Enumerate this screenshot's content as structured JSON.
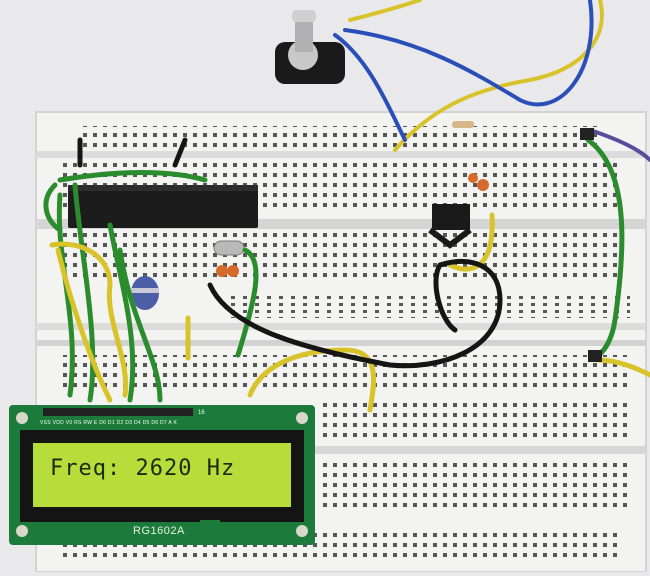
{
  "lcd": {
    "display_text": "Freq: 2620 Hz",
    "model": "RG1602A",
    "pin_labels": "VSS VDD V0  RS  RW  E   D0  D1  D2  D3  D4  D5  D6  D7  A   K",
    "pin_count_label": "16"
  },
  "colors": {
    "lcd_pcb": "#1c7a3a",
    "lcd_screen": "#b7dd3a",
    "wire_green": "#2b8c2e",
    "wire_yellow": "#d8c42a",
    "wire_black": "#151515",
    "wire_blue": "#2b4fb8"
  }
}
